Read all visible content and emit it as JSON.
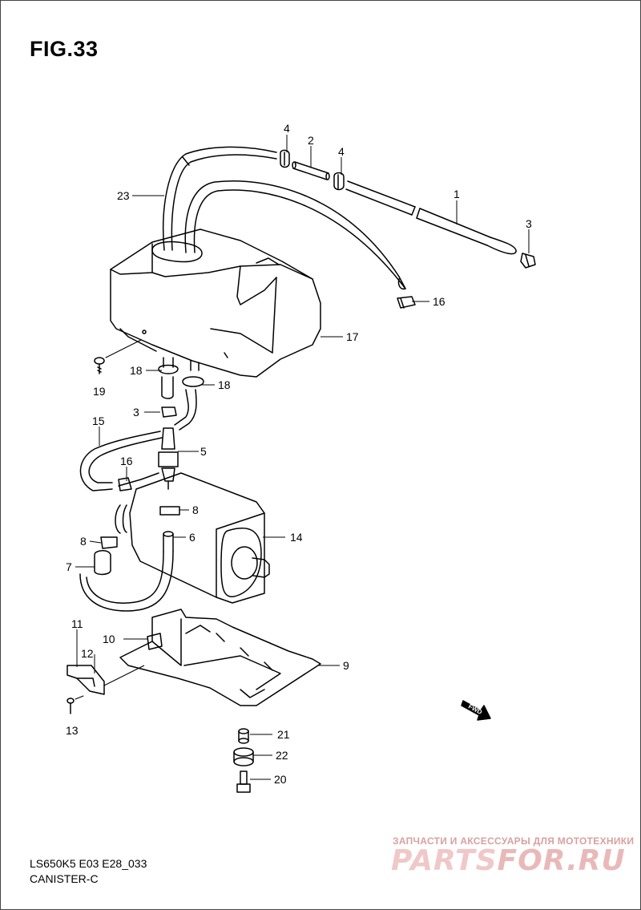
{
  "figure": {
    "title": "FIG.33"
  },
  "callouts": [
    {
      "id": "c1",
      "label": "1"
    },
    {
      "id": "c2",
      "label": "2"
    },
    {
      "id": "c3a",
      "label": "3"
    },
    {
      "id": "c3b",
      "label": "3"
    },
    {
      "id": "c4a",
      "label": "4"
    },
    {
      "id": "c4b",
      "label": "4"
    },
    {
      "id": "c5",
      "label": "5"
    },
    {
      "id": "c6",
      "label": "6"
    },
    {
      "id": "c7",
      "label": "7"
    },
    {
      "id": "c8a",
      "label": "8"
    },
    {
      "id": "c8b",
      "label": "8"
    },
    {
      "id": "c9",
      "label": "9"
    },
    {
      "id": "c10",
      "label": "10"
    },
    {
      "id": "c11",
      "label": "11"
    },
    {
      "id": "c12",
      "label": "12"
    },
    {
      "id": "c13",
      "label": "13"
    },
    {
      "id": "c14",
      "label": "14"
    },
    {
      "id": "c15",
      "label": "15"
    },
    {
      "id": "c16a",
      "label": "16"
    },
    {
      "id": "c16b",
      "label": "16"
    },
    {
      "id": "c17",
      "label": "17"
    },
    {
      "id": "c18a",
      "label": "18"
    },
    {
      "id": "c18b",
      "label": "18"
    },
    {
      "id": "c19",
      "label": "19"
    },
    {
      "id": "c20",
      "label": "20"
    },
    {
      "id": "c21",
      "label": "21"
    },
    {
      "id": "c22",
      "label": "22"
    },
    {
      "id": "c23",
      "label": "23"
    }
  ],
  "fwd_marker": {
    "label": "FWD"
  },
  "footer": {
    "model_code": "LS650K5 E03 E28_033",
    "section_name": "CANISTER-C"
  },
  "watermark": {
    "tagline": "ЗАПЧАСТИ И АКСЕССУАРЫ ДЛЯ МОТОТЕХНИКИ",
    "logo_a": "PARTS",
    "logo_b": "FOR.RU"
  }
}
